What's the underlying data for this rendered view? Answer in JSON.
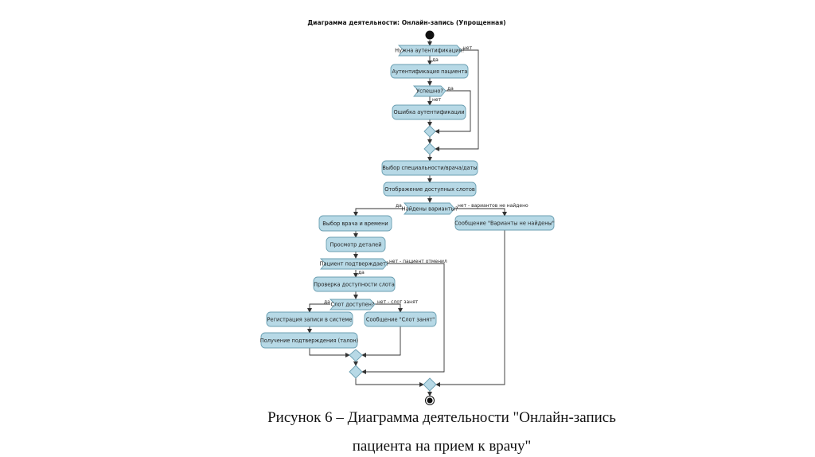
{
  "diagram": {
    "title": "Диаграмма деятельности: Онлайн-запись (Упрощенная)",
    "colors": {
      "node_fill": "#b7d9e6",
      "node_stroke": "#6b9fb2",
      "line": "#333333",
      "start": "#111111"
    },
    "nodes": {
      "auth_q": "Нужна аутентификация?",
      "auth": "Аутентификация пациента",
      "success_q": "Успешно?",
      "auth_error": "Ошибка аутентификации",
      "choose_spec": "Выбор специальности/врача/даты",
      "show_slots": "Отображение доступных слотов",
      "found_q": "Найдены варианты?",
      "choose_doc": "Выбор врача и времени",
      "not_found_msg": "Сообщение \"Варианты не найдены\"",
      "view_details": "Просмотр деталей",
      "confirm_q": "Пациент подтверждает?",
      "check_slot": "Проверка доступности слота",
      "slot_q": "Слот доступен?",
      "register": "Регистрация записи в системе",
      "slot_busy_msg": "Сообщение \"Слот занят\"",
      "get_confirm": "Получение подтверждения (талон)"
    },
    "edges": {
      "no": "нет",
      "yes": "да",
      "yes2": "да",
      "no2": "нет",
      "yes3": "да",
      "no_variants": "нет - вариантов не найдено",
      "no_cancel": "нет - пациент отменил",
      "yes4": "да",
      "yes5": "да",
      "no_busy": "нет - слот занят"
    }
  },
  "caption": {
    "line1": "Рисунок 6 – Диаграмма деятельности \"Онлайн-запись",
    "line2": "пациента на прием к врачу\""
  }
}
